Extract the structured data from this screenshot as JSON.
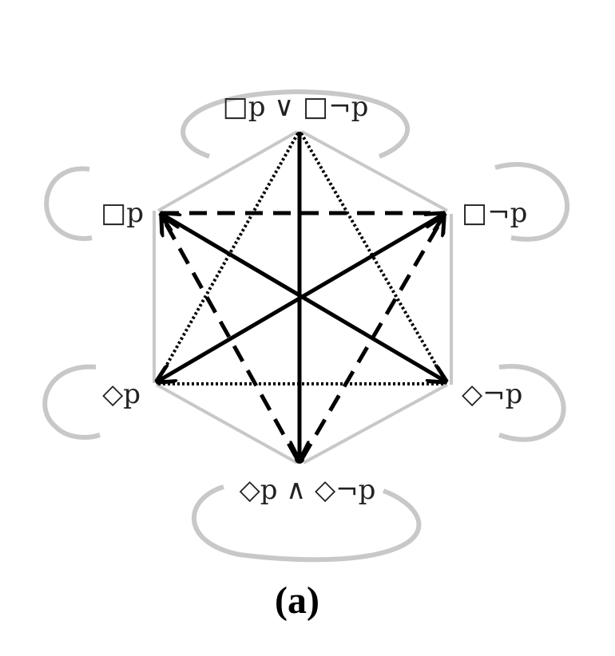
{
  "nodes": {
    "top": "□p ∨ □¬p",
    "box_p": "□p",
    "box_not_p": "□¬p",
    "dia_p": "◇p",
    "dia_not_p": "◇¬p",
    "bottom": "◇p ∧ ◇¬p"
  },
  "caption": "(a)",
  "colors": {
    "loop": "#c8c8c8",
    "edge": "#000000"
  }
}
